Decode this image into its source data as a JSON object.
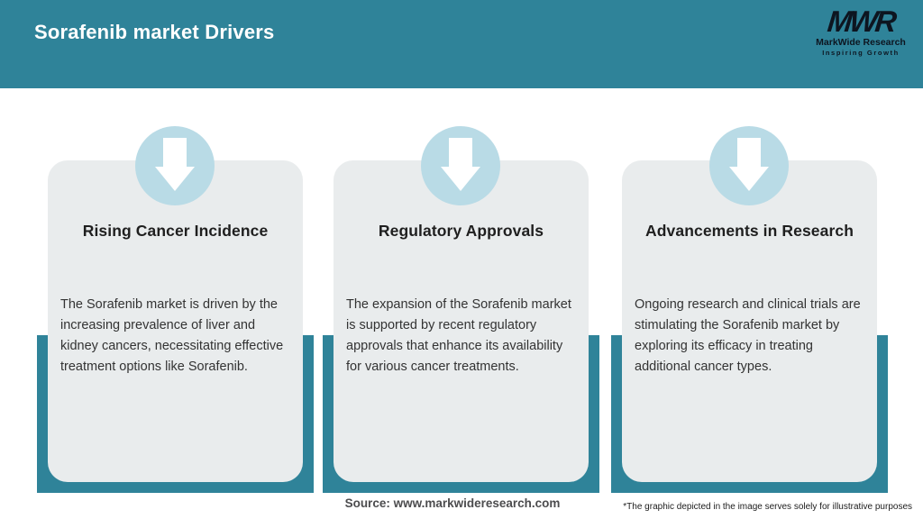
{
  "header": {
    "title": "Sorafenib market Drivers",
    "logo": {
      "monogram": "MWR",
      "name": "MarkWide Research",
      "tagline": "Inspiring Growth"
    }
  },
  "cards": [
    {
      "title": "Rising Cancer Incidence",
      "description": "The Sorafenib market is driven by the increasing prevalence of liver and kidney cancers, necessitating effective treatment options like Sorafenib."
    },
    {
      "title": "Regulatory Approvals",
      "description": "The expansion of the Sorafenib market is supported by recent regulatory approvals that enhance its availability for various cancer treatments."
    },
    {
      "title": "Advancements in Research",
      "description": "Ongoing research and clinical trials are stimulating the Sorafenib market by exploring its efficacy in treating additional cancer types."
    }
  ],
  "footer": {
    "source": "Source: www.markwideresearch.com",
    "disclaimer": "*The graphic depicted in the image serves solely for illustrative purposes"
  },
  "colors": {
    "header-bg": "#2f8399",
    "accent-teal": "#2f8399",
    "circle-blue": "#b9dbe6",
    "card-bg": "#e9eced",
    "header-title": "#ffffff",
    "logo-text": "#0d1520",
    "title-text": "#1f1f1f",
    "body-text": "#333333",
    "source-text": "#4c4c4e",
    "disclaimer-text": "#1c1c1c"
  }
}
